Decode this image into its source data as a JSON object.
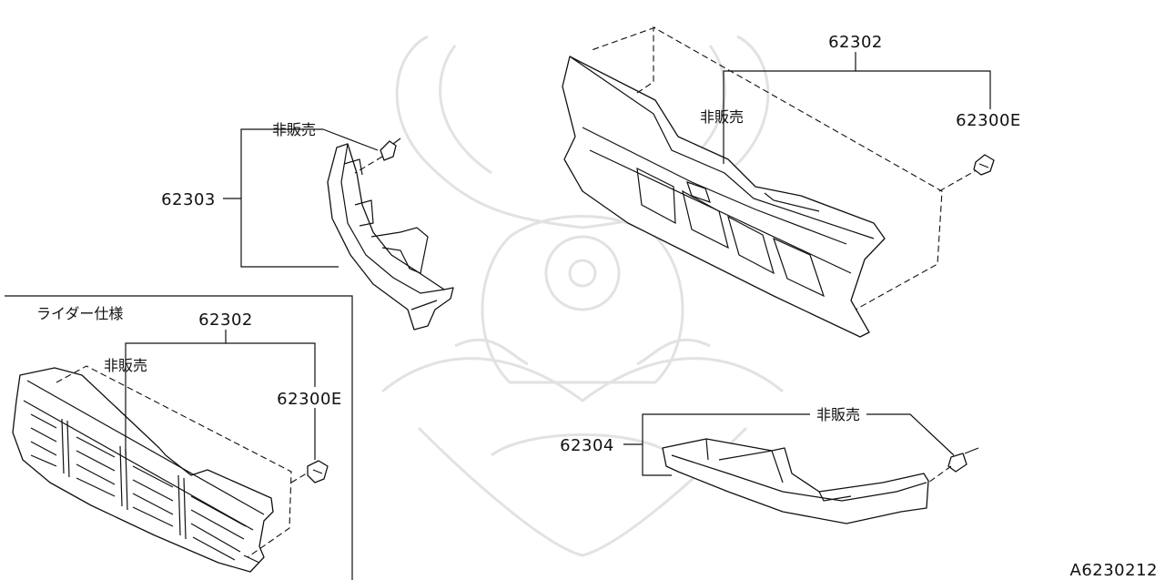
{
  "diagram": {
    "diagram_id": "A6230212",
    "variant_label": "ライダー仕様",
    "callouts": {
      "upper_grille_part": "62302",
      "upper_grille_not_sold": "非販売",
      "upper_grille_clip": "62300E",
      "left_molding_part": "62303",
      "left_molding_not_sold": "非販売",
      "lower_molding_part": "62304",
      "lower_molding_not_sold": "非販売",
      "rider_grille_part": "62302",
      "rider_grille_not_sold": "非販売",
      "rider_grille_clip": "62300E"
    },
    "watermark": "samurai-helmet-watermark"
  }
}
